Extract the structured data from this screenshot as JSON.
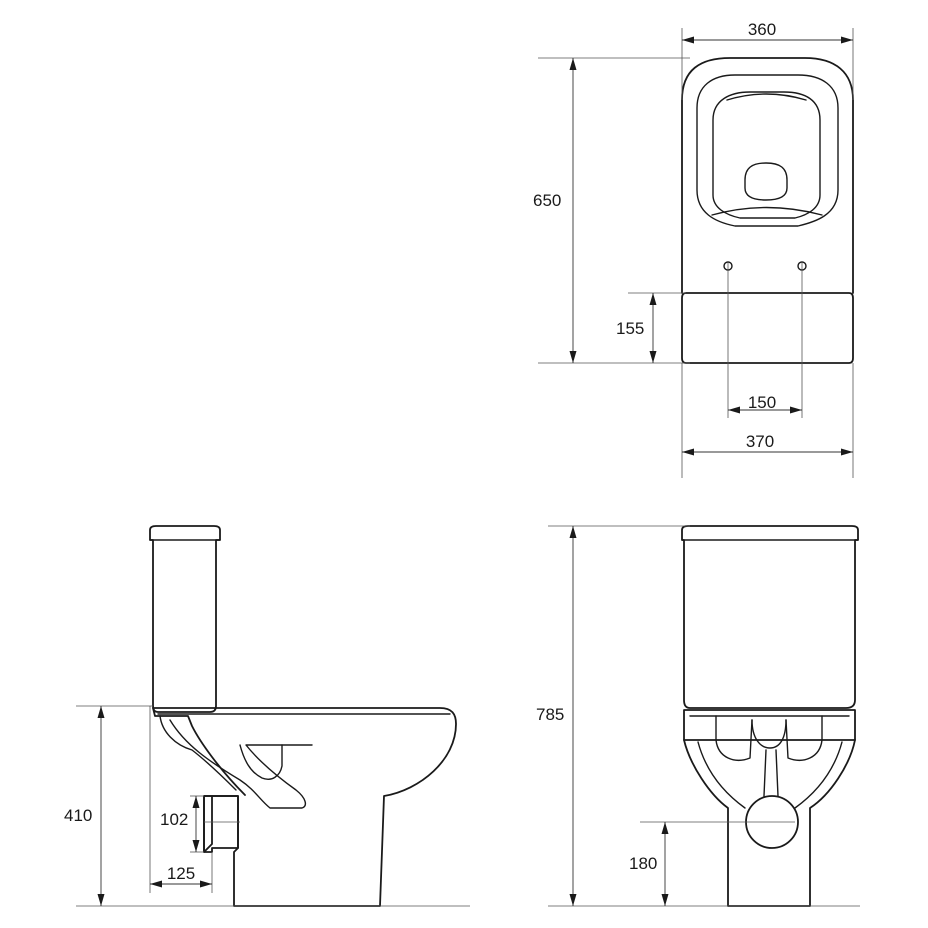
{
  "dimensions": {
    "top_width": "360",
    "depth": "650",
    "rear_depth": "155",
    "bolt_spacing": "150",
    "overall_width": "370",
    "seat_height": "410",
    "outlet_height": "102",
    "outlet_offset": "125",
    "total_height": "785",
    "bowl_outlet_height": "180"
  }
}
